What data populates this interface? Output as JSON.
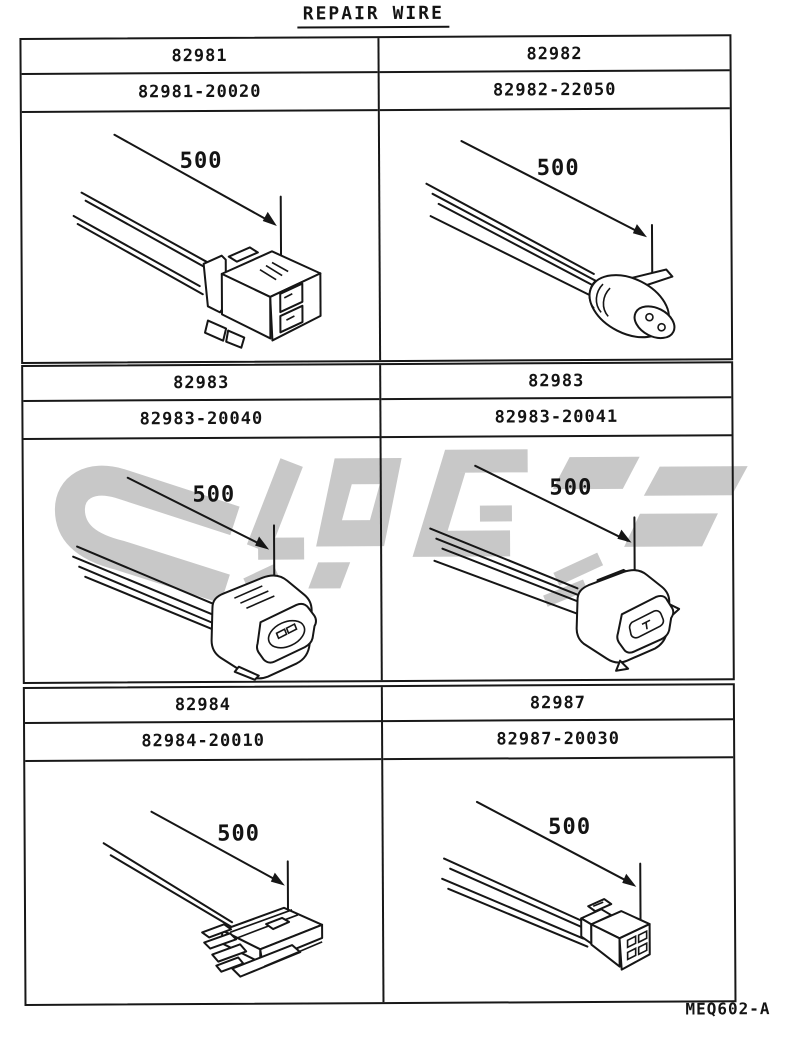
{
  "title": "REPAIR WIRE",
  "footer": {
    "doc_code": "MEQ602-A"
  },
  "tables": [
    {
      "cells": [
        {
          "part": "82981",
          "number": "82981-20020",
          "dim": "500"
        },
        {
          "part": "82982",
          "number": "82982-22050",
          "dim": "500"
        }
      ]
    },
    {
      "cells": [
        {
          "part": "82983",
          "number": "82983-20040",
          "dim": "500"
        },
        {
          "part": "82983",
          "number": "82983-20041",
          "dim": "500"
        }
      ]
    },
    {
      "cells": [
        {
          "part": "82984",
          "number": "82984-20010",
          "dim": "500"
        },
        {
          "part": "82987",
          "number": "82987-20030",
          "dim": "500"
        }
      ]
    }
  ],
  "watermark": {
    "color": "#c8c8c8"
  }
}
